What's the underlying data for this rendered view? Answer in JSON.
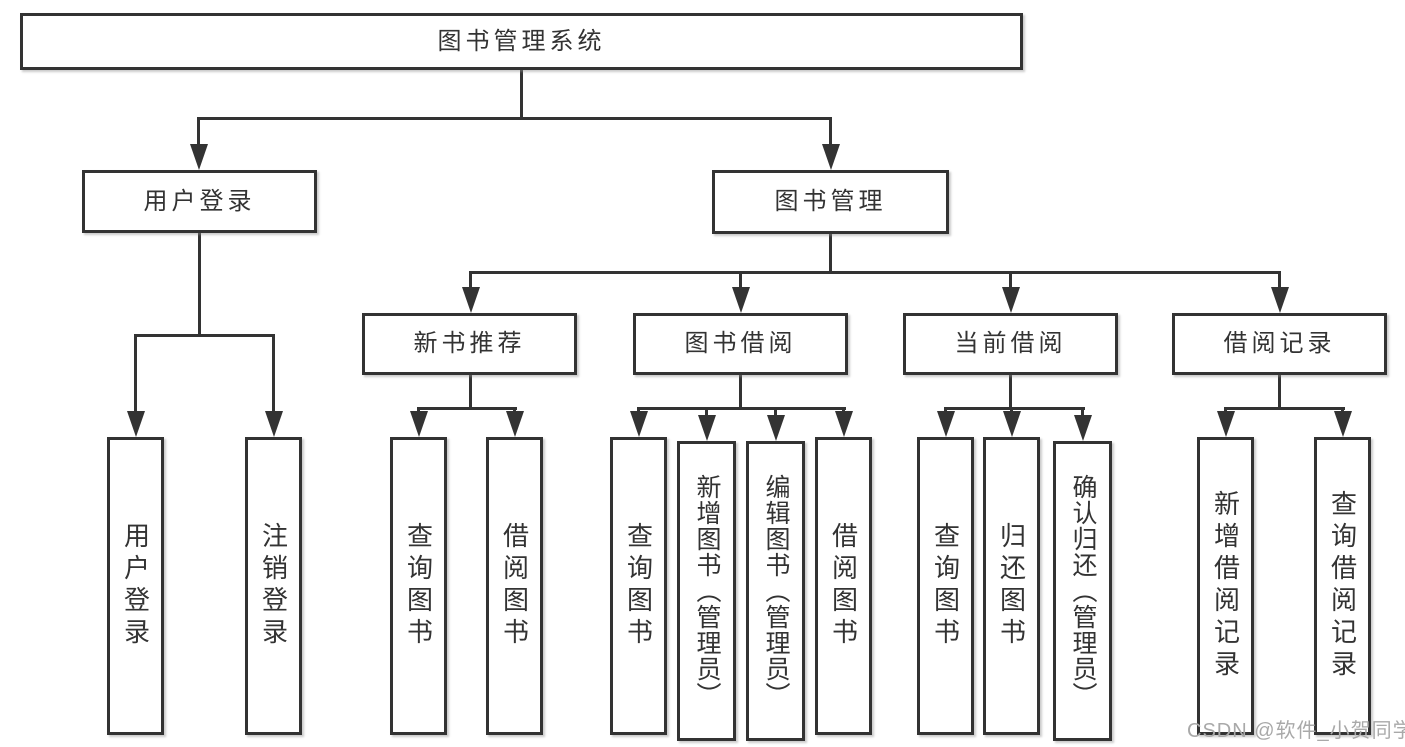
{
  "tree": {
    "root": {
      "label": "图书管理系统"
    },
    "branches": [
      {
        "label": "用户登录",
        "children": [
          {
            "label": "用户登录"
          },
          {
            "label": "注销登录"
          }
        ]
      },
      {
        "label": "图书管理",
        "sections": [
          {
            "label": "新书推荐",
            "children": [
              {
                "label": "查询图书"
              },
              {
                "label": "借阅图书"
              }
            ]
          },
          {
            "label": "图书借阅",
            "children": [
              {
                "label": "查询图书"
              },
              {
                "label": "新增图书（管理员）"
              },
              {
                "label": "编辑图书（管理员）"
              },
              {
                "label": "借阅图书"
              }
            ]
          },
          {
            "label": "当前借阅",
            "children": [
              {
                "label": "查询图书"
              },
              {
                "label": "归还图书"
              },
              {
                "label": "确认归还（管理员）"
              }
            ]
          },
          {
            "label": "借阅记录",
            "children": [
              {
                "label": "新增借阅记录"
              },
              {
                "label": "查询借阅记录"
              }
            ]
          }
        ]
      }
    ]
  },
  "watermark": "CSDN @软件_小贺同学",
  "colors": {
    "line": "#333333",
    "text": "#333333",
    "background": "#ffffff",
    "watermark": "#a9a9a9"
  }
}
